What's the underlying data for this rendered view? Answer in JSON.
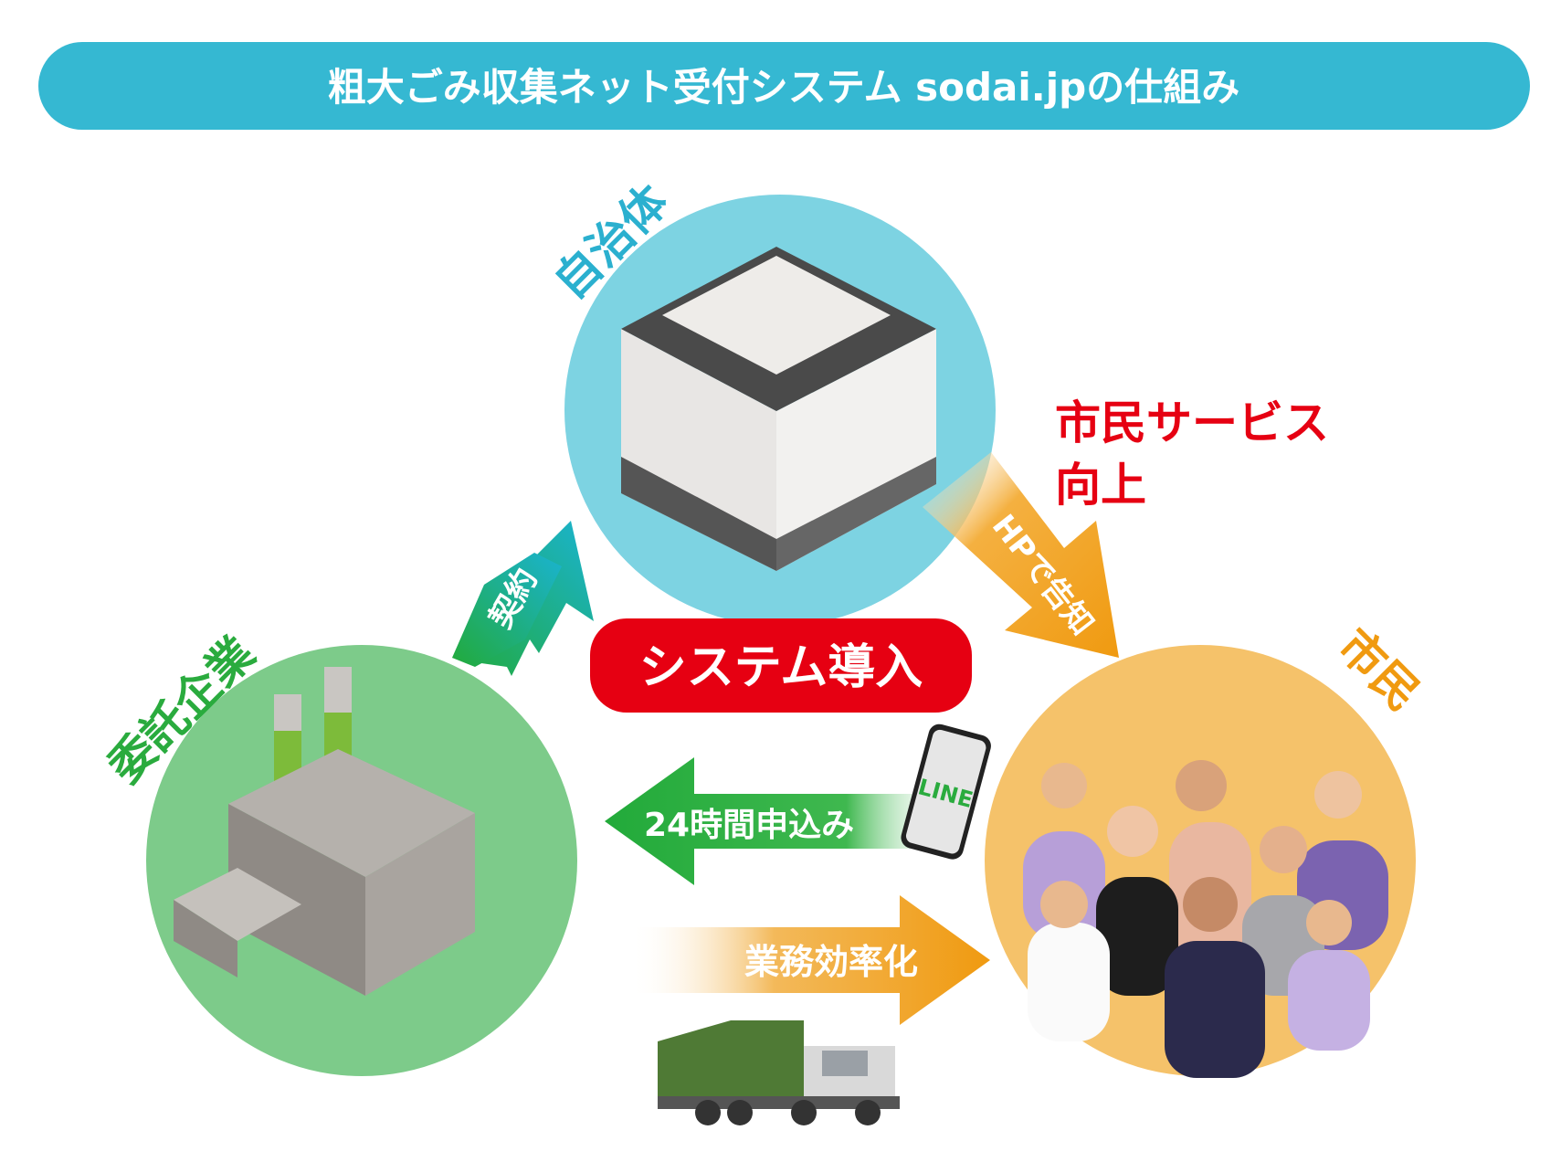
{
  "title": "粗大ごみ収集ネット受付システム sodai.jpの仕組み",
  "nodes": {
    "municipality": "自治体",
    "contractor": "委託企業",
    "citizens": "市民"
  },
  "center_badge": "システム導入",
  "benefit": {
    "line1": "市民サービス",
    "line2": "向上"
  },
  "arrows": {
    "contract": "契約",
    "hp_notice": "HPで告知",
    "apply_24h": "24時間申込み",
    "efficiency": "業務効率化"
  },
  "phone_label": "LINE",
  "colors": {
    "title_bar": "#35b8d2",
    "municipality_circle": "#7dd3e2",
    "contractor_circle": "#7dcb8a",
    "citizens_circle": "#f5c26a",
    "accent_red": "#e60012",
    "green": "#22aa44",
    "orange": "#f09a10"
  }
}
